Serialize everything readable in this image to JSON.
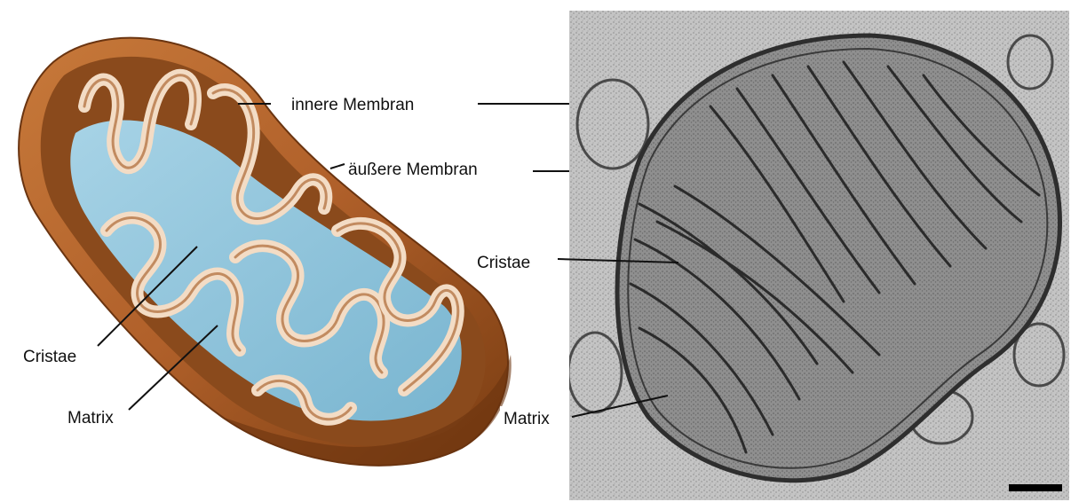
{
  "left_figure": {
    "labels": {
      "inner_membrane": "innere Membran",
      "outer_membrane": "äußere Membran",
      "cristae": "Cristae",
      "matrix": "Matrix"
    }
  },
  "right_figure": {
    "labels": {
      "cristae": "Cristae",
      "matrix": "Matrix"
    },
    "scale_bar": true
  },
  "colors": {
    "outer_shell": "#b8672c",
    "outer_shell_dark": "#7a3d12",
    "membrane_fold": "#e9c6a6",
    "matrix": "#8fc4dc",
    "em_background": "#c9c9c9",
    "em_dark": "#3a3a3a"
  }
}
